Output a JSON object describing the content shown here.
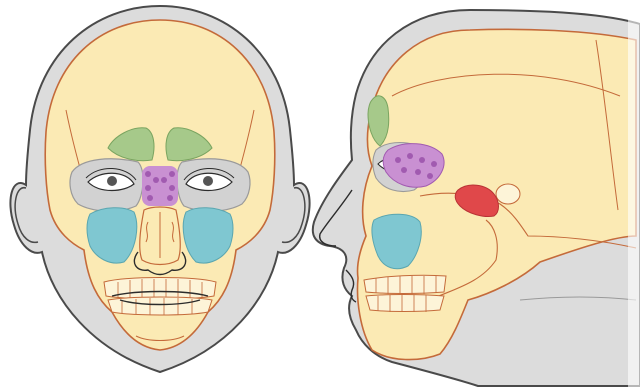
{
  "colors": {
    "background": "#ffffff",
    "skin": "#dcdcdc",
    "skin_outline": "#4a4a4a",
    "bone": "#fbeab4",
    "bone_outline": "#c46a3a",
    "frontal_sinus": "#a6c98a",
    "ethmoid_sinus": "#c990d2",
    "ethmoid_cell": "#a15ab0",
    "maxillary_sinus": "#7fc7d1",
    "sphenoid_sinus": "#e0484a",
    "eye_socket": "#cfcfcf",
    "line": "#2c2c2c"
  },
  "views": [
    {
      "name": "frontal-view",
      "content": [
        "skull",
        "frontal-sinuses",
        "ethmoid-sinuses",
        "maxillary-sinuses"
      ]
    },
    {
      "name": "lateral-view",
      "content": [
        "skull",
        "frontal-sinus",
        "ethmoid-sinus",
        "maxillary-sinus",
        "sphenoid-sinus"
      ]
    }
  ]
}
